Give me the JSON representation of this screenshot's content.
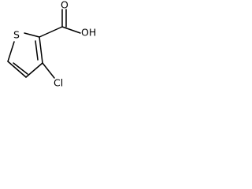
{
  "molecule": {
    "atoms": {
      "sulfur": "S",
      "hydroxyl": "OH",
      "carbonyl_oxygen": "O",
      "chlorine": "Cl"
    }
  }
}
